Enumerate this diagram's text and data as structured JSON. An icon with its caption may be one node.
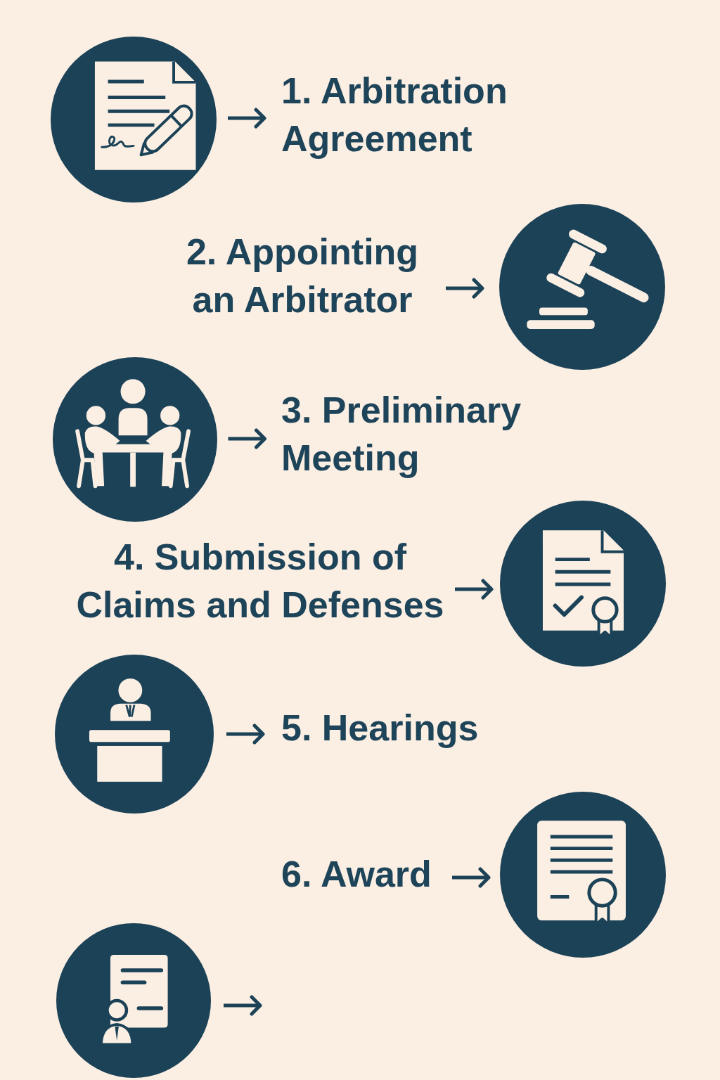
{
  "diagram": {
    "nodes": [
      {
        "text": [],
        "shape": "circle"
      },
      {
        "text": [
          "1. Arbitration Agreement"
        ]
      },
      {
        "text": [
          "2. Appointing an Arbitrator"
        ]
      },
      {
        "text": [],
        "shape": "circle"
      },
      {
        "text": [],
        "shape": "circle"
      },
      {
        "text": [
          "3. Preliminary Meeting"
        ]
      },
      {
        "text": [
          "4. Submission of Claims and Defenses"
        ]
      },
      {
        "text": [],
        "shape": "circle"
      },
      {
        "text": [],
        "shape": "circle"
      },
      {
        "text": [
          "5. Hearings"
        ]
      },
      {
        "text": [
          "6. Award"
        ]
      },
      {
        "text": [],
        "shape": "circle"
      },
      {
        "text": [],
        "shape": "circle"
      }
    ],
    "edges": [
      {
        "from": 0,
        "to": 1,
        "arrow": "to"
      },
      {
        "from": 2,
        "to": 3,
        "arrow": "to"
      },
      {
        "from": 4,
        "to": 5,
        "arrow": "to"
      },
      {
        "from": 6,
        "to": 7,
        "arrow": "to"
      },
      {
        "from": 8,
        "to": 9,
        "arrow": "to"
      },
      {
        "from": 10,
        "to": 11,
        "arrow": "to"
      },
      {
        "from": 12,
        "to": null,
        "arrow": "to"
      }
    ]
  }
}
